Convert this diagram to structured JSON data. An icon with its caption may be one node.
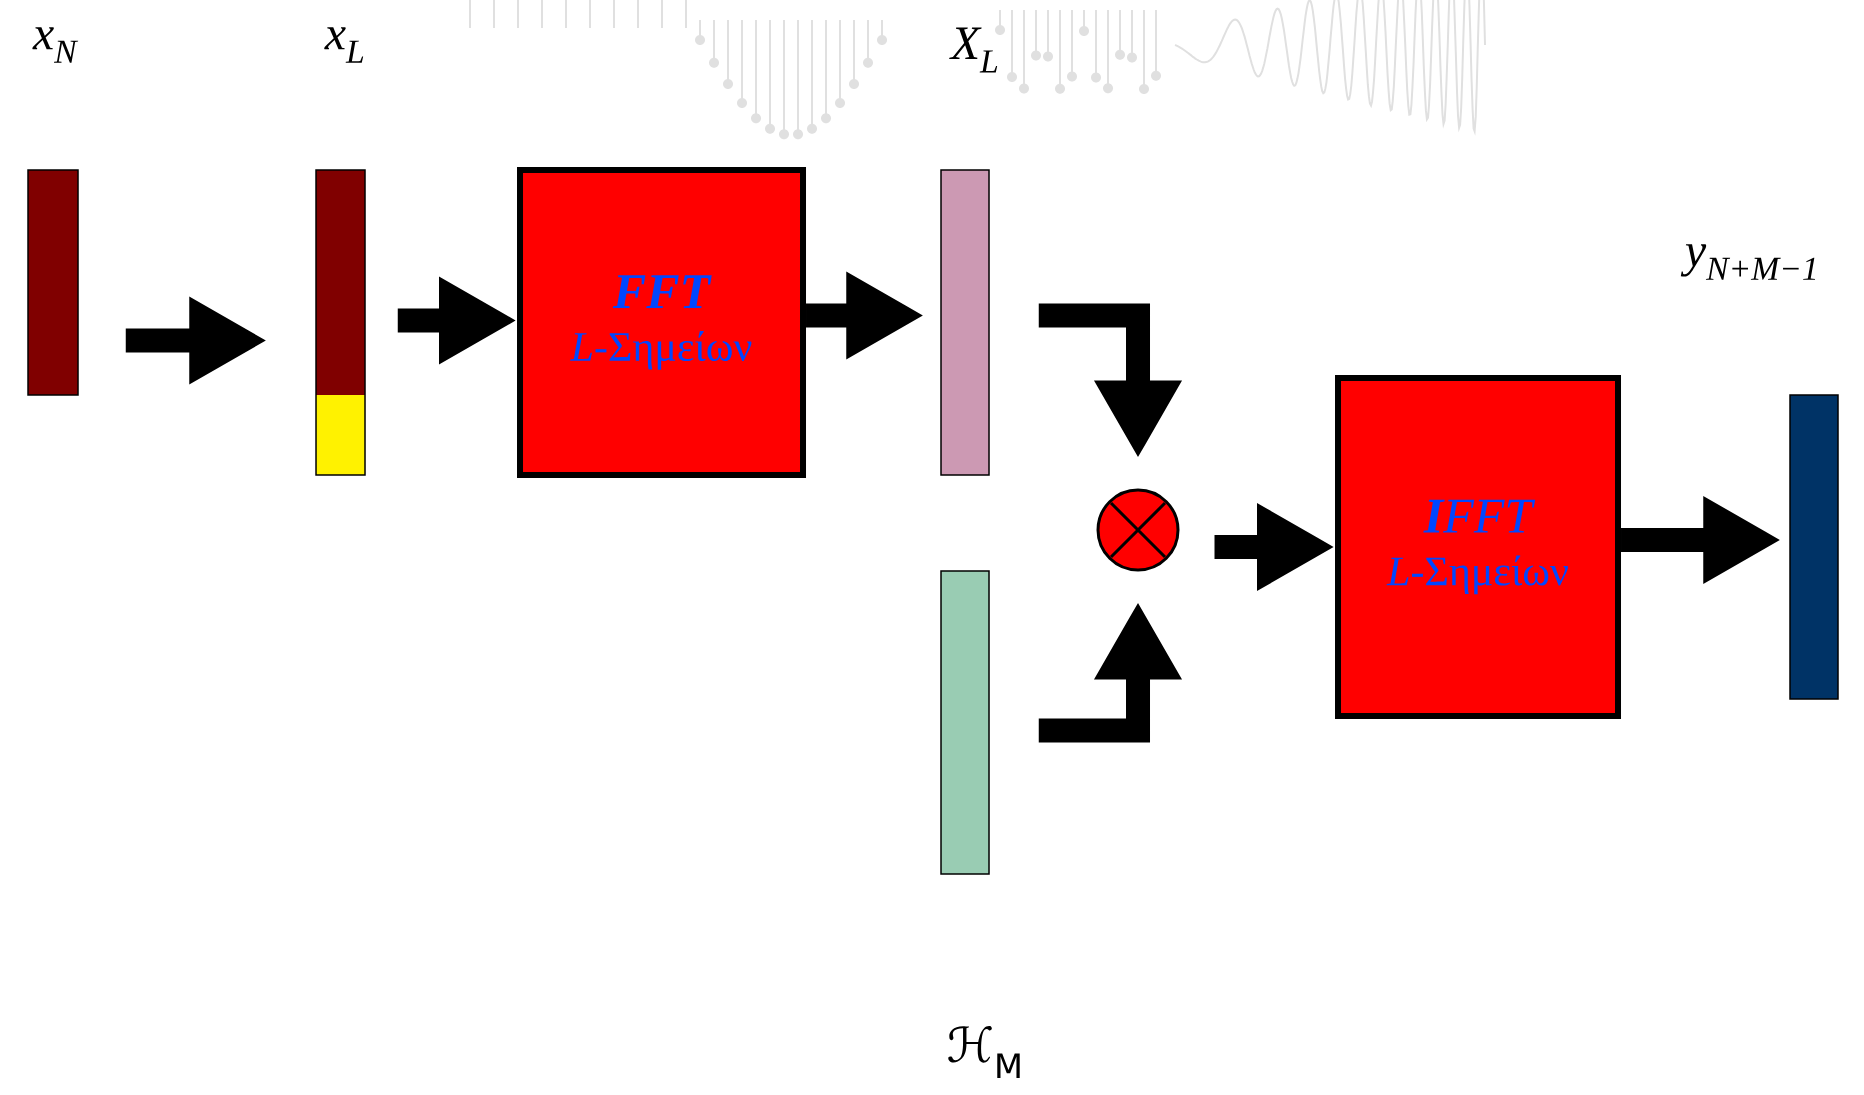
{
  "diagram": {
    "nodes": [
      {
        "text": [],
        "shape": "bar",
        "beside": [
          "x$_{N}$"
        ]
      },
      {
        "text": [],
        "shape": "bar",
        "beside": [
          "x$_{L}$"
        ]
      },
      {
        "text": [
          "FFT",
          "*L*-Σημείων"
        ]
      },
      {
        "text": [],
        "shape": "bar",
        "beside": [
          "X$_{L}$"
        ]
      },
      {
        "text": [],
        "shape": "bar",
        "beside": [
          "ℋ$_{M}$"
        ]
      },
      {
        "text": [],
        "shape": "circle"
      },
      {
        "text": [
          "**I**FFT",
          "*L*-Σημείων"
        ]
      },
      {
        "text": [],
        "shape": "bar",
        "beside": [
          "y$_{N+M−1}$"
        ]
      }
    ],
    "edges": [
      {
        "from": 0,
        "to": 1,
        "arrow": "to"
      },
      {
        "from": 1,
        "to": 2,
        "arrow": "to"
      },
      {
        "from": 2,
        "to": 3,
        "arrow": "to"
      },
      {
        "from": 3,
        "to": 5,
        "arrow": "to"
      },
      {
        "from": 4,
        "to": 5,
        "arrow": "to"
      },
      {
        "from": 5,
        "to": 6,
        "arrow": "to"
      },
      {
        "from": 6,
        "to": 7,
        "arrow": "to"
      }
    ]
  }
}
